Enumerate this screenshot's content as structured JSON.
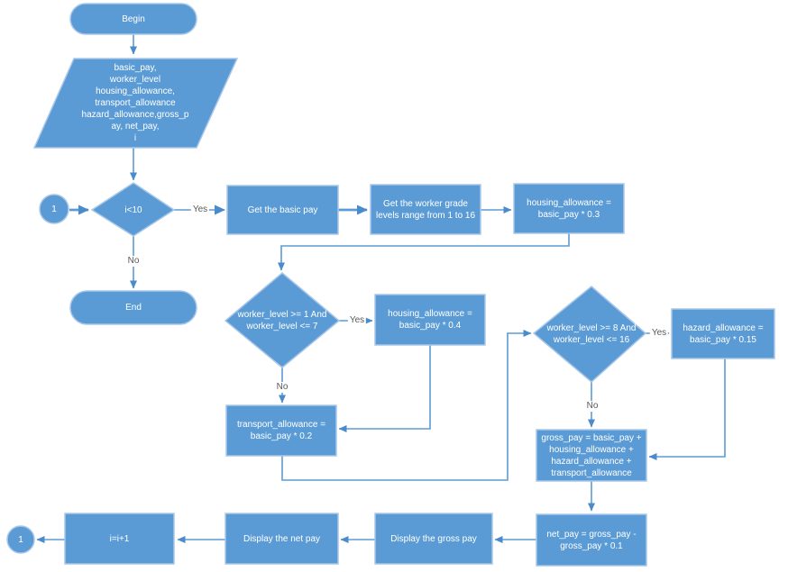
{
  "diagram": {
    "title": "worker-pay-flowchart",
    "labels": {
      "yes": "Yes",
      "no": "No"
    },
    "colors": {
      "shape_fill": "#5B9BD5",
      "shape_border": "#A9C7E8",
      "connector": "#5B9BD5",
      "edge_label_text": "#595959",
      "shape_text": "#FFFFFF"
    },
    "nodes": {
      "begin": "Begin",
      "inputs": "basic_pay,\nworker_level\nhousing_allowance,\ntransport_allowance\nhazard_allowance,gross_p\nay, net_pay,\ni",
      "connector_top": "1",
      "loop_condition": "i<10",
      "end": "End",
      "get_basic_pay": "Get the basic pay",
      "get_grade": "Get the worker grade levels range from 1 to 16",
      "housing_03": "housing_allowance = basic_pay * 0.3",
      "level_1_7": "worker_level >= 1 And worker_level <= 7",
      "housing_04": "housing_allowance = basic_pay * 0.4",
      "transport_02": "transport_allowance = basic_pay * 0.2",
      "level_8_16": "worker_level >= 8 And worker_level <= 16",
      "hazard_015": "hazard_allowance = basic_pay * 0.15",
      "gross_pay": "gross_pay = basic_pay + housing_allowance + hazard_allowance + transport_allowance",
      "net_pay": "net_pay = gross_pay - gross_pay * 0.1",
      "display_gross": "Display the gross pay",
      "display_net": "Display the net pay",
      "increment": "i=i+1",
      "connector_bottom": "1"
    }
  }
}
